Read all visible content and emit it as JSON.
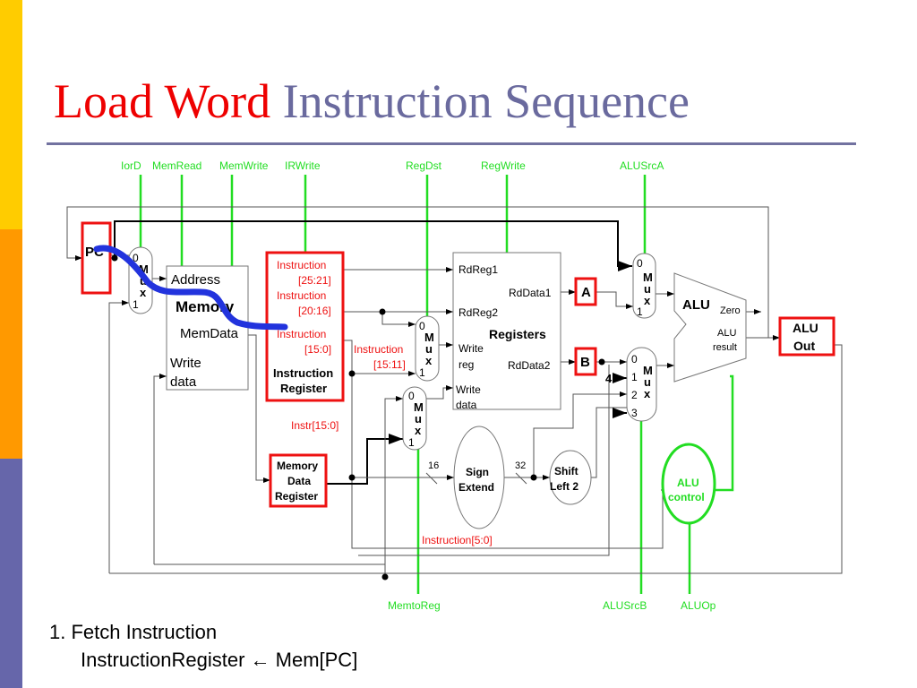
{
  "title": {
    "part1": "Load Word",
    "part2": "Instruction Sequence"
  },
  "colors": {
    "title_red": "#ee0000",
    "title_purple": "#6a6a9e",
    "control_green": "#22dd22",
    "highlight_red": "#ee1111",
    "path_blue": "#2233dd",
    "sidebar": [
      "#ffcc00",
      "#ff9900",
      "#6666aa"
    ]
  },
  "controls_top": [
    "IorD",
    "MemRead",
    "MemWrite",
    "IRWrite",
    "RegDst",
    "RegWrite",
    "ALUSrcA"
  ],
  "controls_bottom": [
    "MemtoReg",
    "ALUSrcB",
    "ALUOp"
  ],
  "pc": "PC",
  "mux": {
    "m": "M",
    "u": "u",
    "x": "x",
    "zero": "0",
    "one": "1",
    "two": "2",
    "three": "3",
    "four": "4"
  },
  "memory": {
    "address": "Address",
    "name": "Memory",
    "memdata": "MemData",
    "write": "Write",
    "data": "data"
  },
  "ir": {
    "i1": "Instruction",
    "i1b": "[25:21]",
    "i2": "Instruction",
    "i2b": "[20:16]",
    "i3": "Instruction",
    "i3b": "[15:0]",
    "name1": "Instruction",
    "name2": "Register",
    "i4": "Instruction",
    "i4b": "[15:11]",
    "instr150": "Instr[15:0]",
    "instr50": "Instruction[5:0]"
  },
  "registers": {
    "rdreg1": "RdReg1",
    "rdreg2": "RdReg2",
    "write": "Write",
    "reg": "reg",
    "writedata1": "Write",
    "writedata2": "data",
    "rddata1": "RdData1",
    "rddata2": "RdData2",
    "name": "Registers"
  },
  "a": "A",
  "b": "B",
  "alu": {
    "name": "ALU",
    "zero": "Zero",
    "result1": "ALU",
    "result2": "result"
  },
  "aluout": {
    "l1": "ALU",
    "l2": "Out"
  },
  "mdr": {
    "l1": "Memory",
    "l2": "Data",
    "l3": "Register"
  },
  "sign": {
    "l1": "Sign",
    "l2": "Extend",
    "in": "16",
    "out": "32"
  },
  "shift": {
    "l1": "Shift",
    "l2": "Left 2"
  },
  "aluctrl": {
    "l1": "ALU",
    "l2": "control"
  },
  "steps": {
    "s1": "1. Fetch Instruction",
    "s2": "InstructionRegister ← Mem[PC]"
  }
}
